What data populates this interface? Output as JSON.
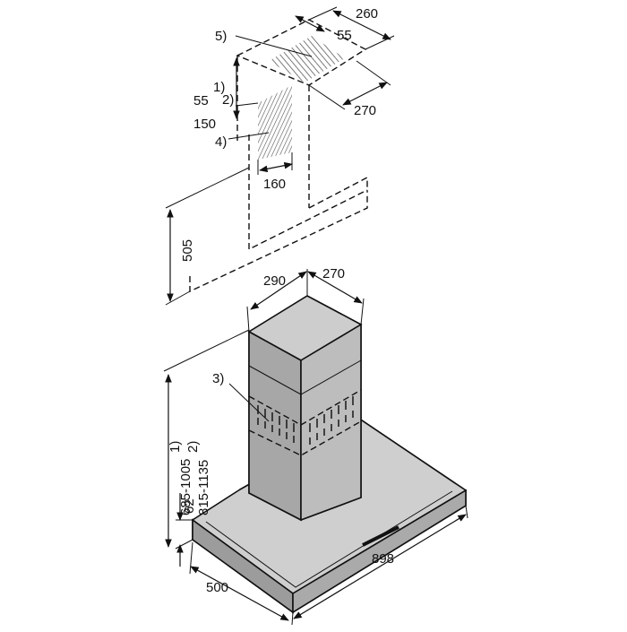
{
  "labels": {
    "note5": "5)",
    "note4": "4)",
    "note3": "3)",
    "dim_260": "260",
    "dim_55_top": "55",
    "dim_270_top": "270",
    "dim_55_note": "55",
    "sup_1_a": "1)",
    "dim_150": "150",
    "sup_2_a": "2)",
    "dim_160": "160",
    "dim_505": "505",
    "dim_290": "290",
    "dim_270_duct": "270",
    "dim_range1": "685-1005",
    "sup_1_b": "1)",
    "dim_range2": "815-1135",
    "sup_2_b": "2)",
    "dim_62": "62",
    "dim_500": "500",
    "dim_898": "898"
  },
  "colors": {
    "steel_front": "#b3b3b3",
    "steel_side": "#9a9a9a",
    "steel_top": "#c9c9c9",
    "line": "#111111",
    "hatch": "#555555"
  }
}
